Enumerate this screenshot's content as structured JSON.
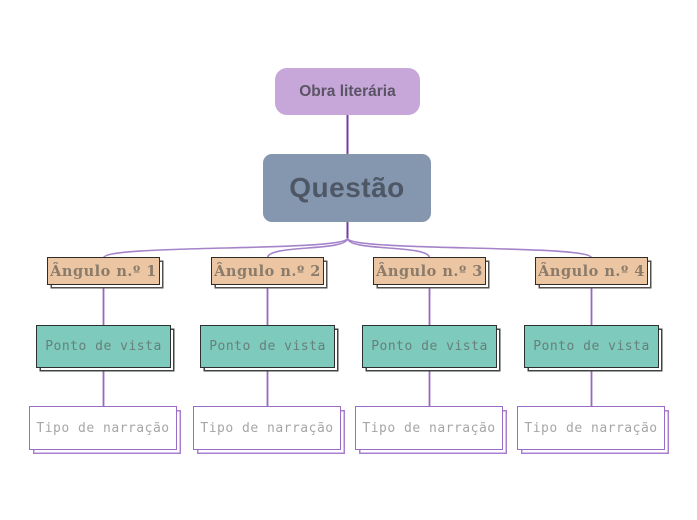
{
  "canvas": {
    "background": "#ffffff"
  },
  "root_node": {
    "label": "Obra literária",
    "fill": "#c7a6d9"
  },
  "question_node": {
    "label": "Questão",
    "fill": "#8596af"
  },
  "columns": [
    {
      "angle_label": "Ângulo n.º 1",
      "ponto_label": "Ponto de vista",
      "tipo_label": "Tipo de narração"
    },
    {
      "angle_label": "Ângulo n.º 2",
      "ponto_label": "Ponto de vista",
      "tipo_label": "Tipo de narração"
    },
    {
      "angle_label": "Ângulo n.º 3",
      "ponto_label": "Ponto de vista",
      "tipo_label": "Tipo de narração"
    },
    {
      "angle_label": "Ângulo n.º 4",
      "ponto_label": "Ponto de vista",
      "tipo_label": "Tipo de narração"
    }
  ],
  "styles": {
    "angle_fill": "#ecc5a2",
    "angle_text": "#8a7b6b",
    "ponto_fill": "#7ecabc",
    "ponto_text": "#67807a",
    "tipo_fill": "#ffffff",
    "tipo_border": "#9a6cc5",
    "tipo_text": "#a6a6a6",
    "connector_dark": "#713fa0",
    "connector_fan": "#a583c9",
    "connector_vertical": "#9a68bd"
  }
}
